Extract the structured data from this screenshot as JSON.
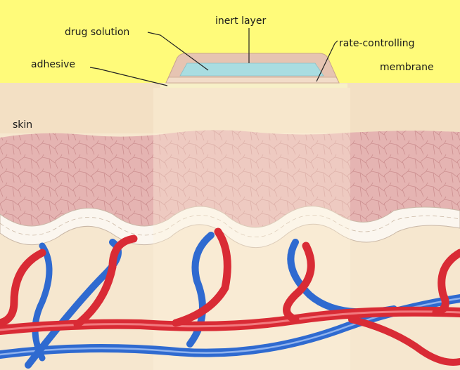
{
  "labels": {
    "drug_solution": "drug solution",
    "inert_layer": "inert layer",
    "rate_controlling_1": "rate-controlling",
    "rate_controlling_2": "membrane",
    "adhesive": "adhesive",
    "skin": "skin"
  },
  "colors": {
    "background": "#fffb7a",
    "dermis": "#f6e7cf",
    "epidermis": "#e5b4b2",
    "stratum_corneum": "#f3e0c4",
    "patch_body": "#e6c4b2",
    "drug_reservoir": "#a9dde1",
    "artery": "#d92b35",
    "vein": "#2f6ad0"
  }
}
